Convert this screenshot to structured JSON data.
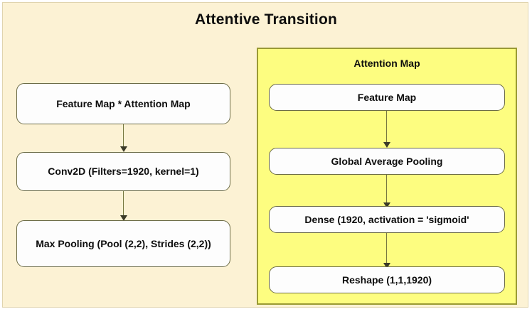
{
  "diagram": {
    "title": "Attentive Transition",
    "background_color": "#fcf2d4",
    "panel_color": "#fdfd80",
    "node_color": "#fdfdfd",
    "connector_color": "#77773f"
  },
  "left_column": {
    "nodes": [
      {
        "label": "Feature Map * Attention Map"
      },
      {
        "label": "Conv2D (Filters=1920, kernel=1)"
      },
      {
        "label": "Max Pooling (Pool (2,2), Strides (2,2))"
      }
    ]
  },
  "attention_panel": {
    "title": "Attention Map",
    "nodes": [
      {
        "label": "Feature Map"
      },
      {
        "label": "Global Average Pooling"
      },
      {
        "label": "Dense (1920, activation = 'sigmoid'"
      },
      {
        "label": "Reshape (1,1,1920)"
      }
    ]
  }
}
